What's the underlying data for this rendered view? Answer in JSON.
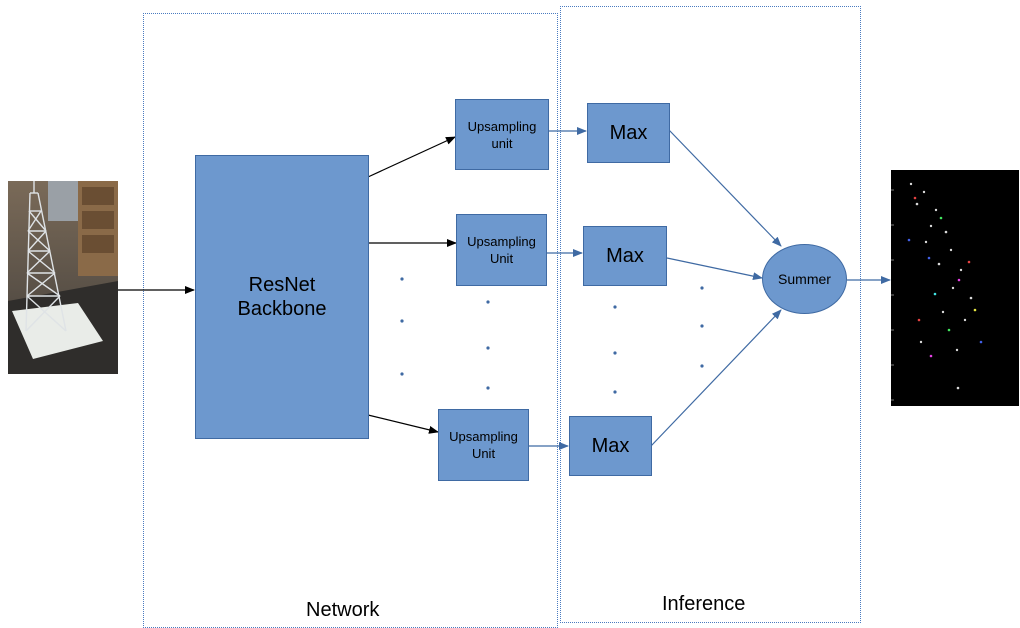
{
  "regions": {
    "network_label": "Network",
    "inference_label": "Inference"
  },
  "backbone": {
    "label_line1": "ResNet",
    "label_line2": "Backbone"
  },
  "upsampling_units": [
    {
      "line1": "Upsampling",
      "line2": "unit"
    },
    {
      "line1": "Upsampling",
      "line2": "Unit"
    },
    {
      "line1": "Upsampling",
      "line2": "Unit"
    }
  ],
  "max_units": [
    "Max",
    "Max",
    "Max"
  ],
  "summer": {
    "label": "Summer"
  },
  "colors": {
    "box_fill": "#6d98ce",
    "box_border": "#3f6aa3",
    "arrow_black": "#000000",
    "arrow_blue": "#3f6aa3",
    "region_border": "#4a7bc0"
  },
  "icons": {
    "input": "tower-photo",
    "output": "keypoint-heatmap"
  }
}
